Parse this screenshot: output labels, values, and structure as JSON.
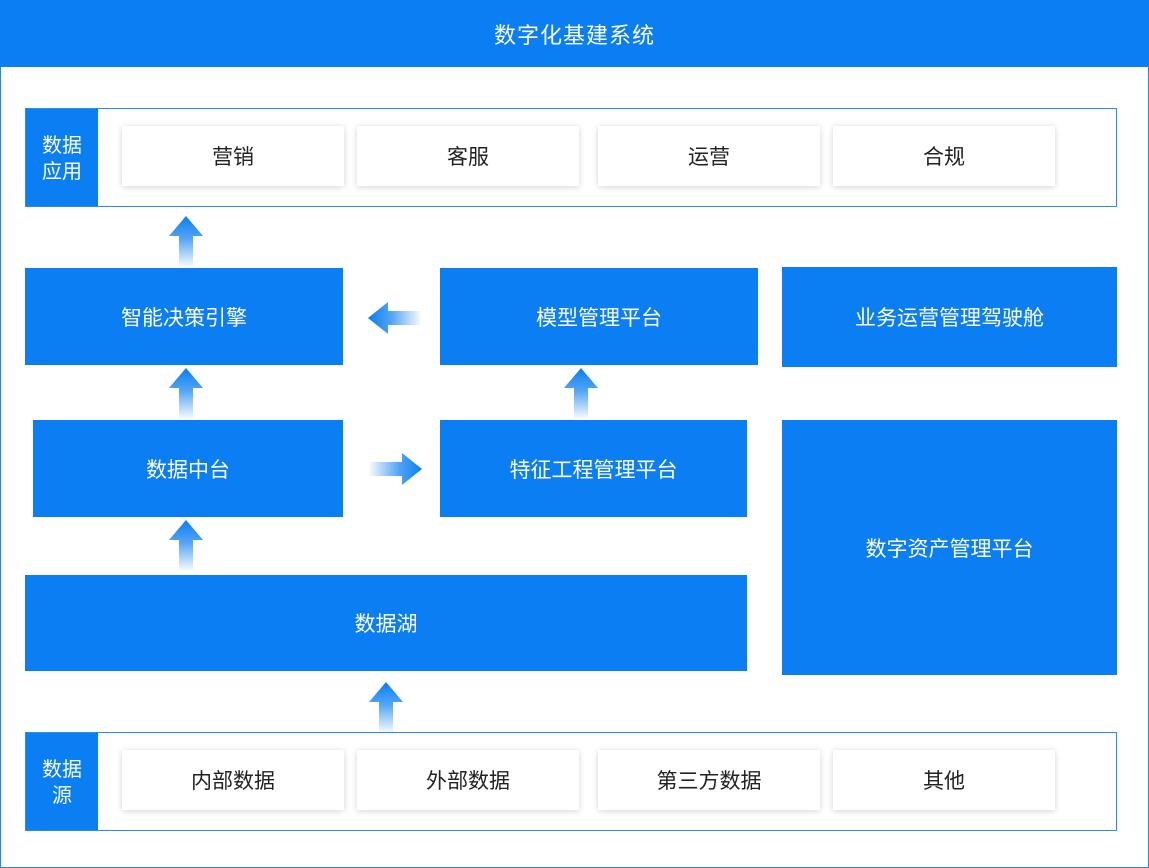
{
  "title": "数字化基建系统",
  "app_layer": {
    "label": "数据\n应用",
    "items": [
      "营销",
      "客服",
      "运营",
      "合规"
    ]
  },
  "source_layer": {
    "label": "数据\n源",
    "items": [
      "内部数据",
      "外部数据",
      "第三方数据",
      "其他"
    ]
  },
  "blocks": {
    "decision_engine": "智能决策引擎",
    "model_platform": "模型管理平台",
    "ops_cockpit": "业务运营管理驾驶舱",
    "data_middle": "数据中台",
    "feature_platform": "特征工程管理平台",
    "asset_platform": "数字资产管理平台",
    "data_lake": "数据湖"
  },
  "colors": {
    "primary": "#0a7ef2",
    "border": "#2b8cf0"
  }
}
